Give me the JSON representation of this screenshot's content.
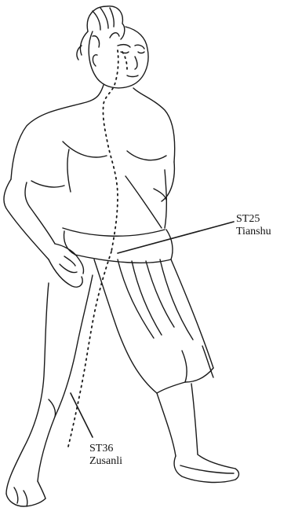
{
  "figure": {
    "subject": "acupuncture-meridian-figure",
    "line_color": "#1a1a1a",
    "background": "#ffffff"
  },
  "points": [
    {
      "code": "ST25",
      "name": "Tianshu"
    },
    {
      "code": "ST36",
      "name": "Zusanli"
    }
  ]
}
